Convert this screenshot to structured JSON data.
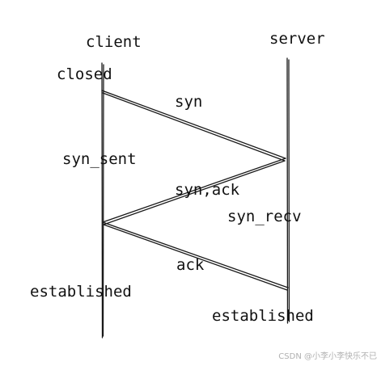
{
  "diagram": {
    "client_label": "client",
    "server_label": "server",
    "client_states": {
      "closed": "closed",
      "syn_sent": "syn_sent",
      "established": "established"
    },
    "server_states": {
      "syn_recv": "syn_recv",
      "established": "established"
    },
    "messages": {
      "syn": "syn",
      "syn_ack": "syn,ack",
      "ack": "ack"
    }
  },
  "watermark": "CSDN @小李小李快乐不已",
  "colors": {
    "ink": "#111111",
    "watermark": "#b0b0b0",
    "background": "#ffffff"
  }
}
